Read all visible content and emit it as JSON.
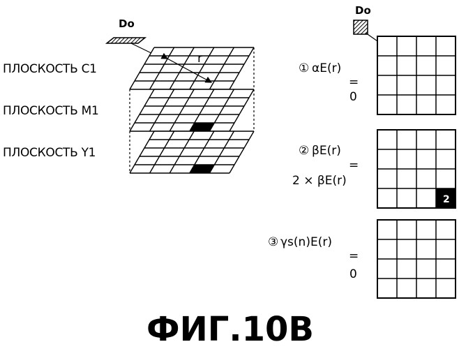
{
  "planes": {
    "c1_label": "ПЛОСКОСТЬ C1",
    "m1_label": "ПЛОСКОСТЬ M1",
    "y1_label": "ПЛОСКОСТЬ Y1",
    "distance_label": "r",
    "dot_label": "Do"
  },
  "matrix_dot_label": "Do",
  "matrices": [
    {
      "marker": "①",
      "formula": "αE(r)",
      "relation": "=",
      "result": "0"
    },
    {
      "marker": "②",
      "formula": "βE(r)",
      "relation": "=",
      "result": "2 × βE(r)",
      "cell_value": "2"
    },
    {
      "marker": "③",
      "formula": "γs(n)E(r)",
      "relation": "=",
      "result": "0"
    }
  ],
  "caption": "ФИГ.10B"
}
